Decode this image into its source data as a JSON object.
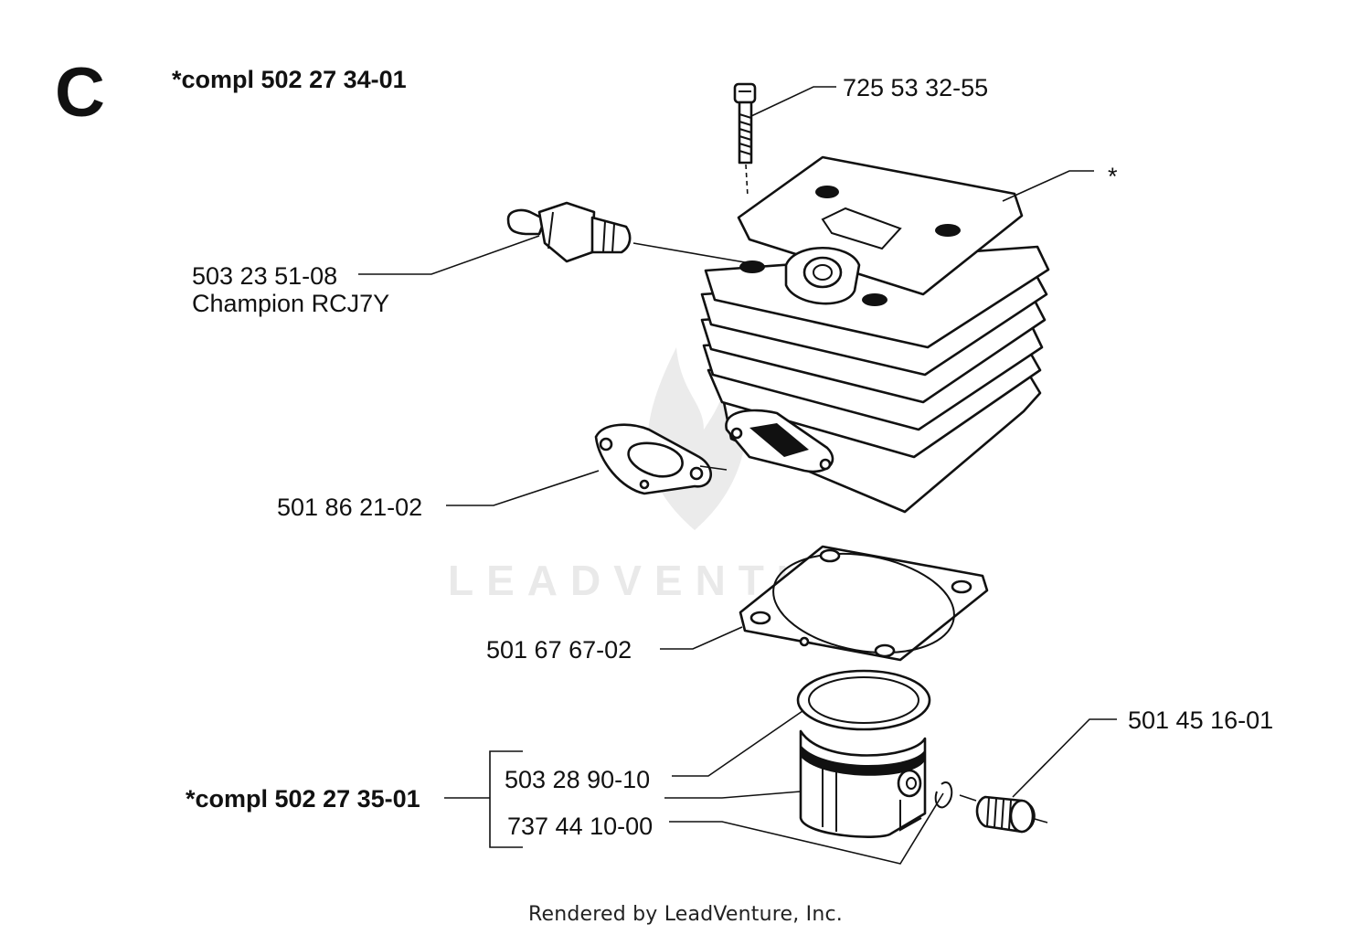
{
  "section": "C",
  "assembly_top": "*compl 502 27 34-01",
  "assembly_bottom": "*compl 502 27 35-01",
  "parts": [
    {
      "id": "screw",
      "label": "725 53 32-55"
    },
    {
      "id": "cylinder",
      "label": "*"
    },
    {
      "id": "spark-plug",
      "label": "503 23 51-08",
      "sub": "Champion RCJ7Y"
    },
    {
      "id": "muffler-gasket",
      "label": "501 86 21-02"
    },
    {
      "id": "cylinder-gasket",
      "label": "501 67 67-02"
    },
    {
      "id": "needle-bearing",
      "label": "501 45 16-01"
    },
    {
      "id": "piston",
      "label": "503 28 90-10"
    },
    {
      "id": "piston-pin",
      "label": "737 44 10-00"
    }
  ],
  "watermark": "LEADVENTURE",
  "footer": "Rendered by LeadVenture, Inc."
}
